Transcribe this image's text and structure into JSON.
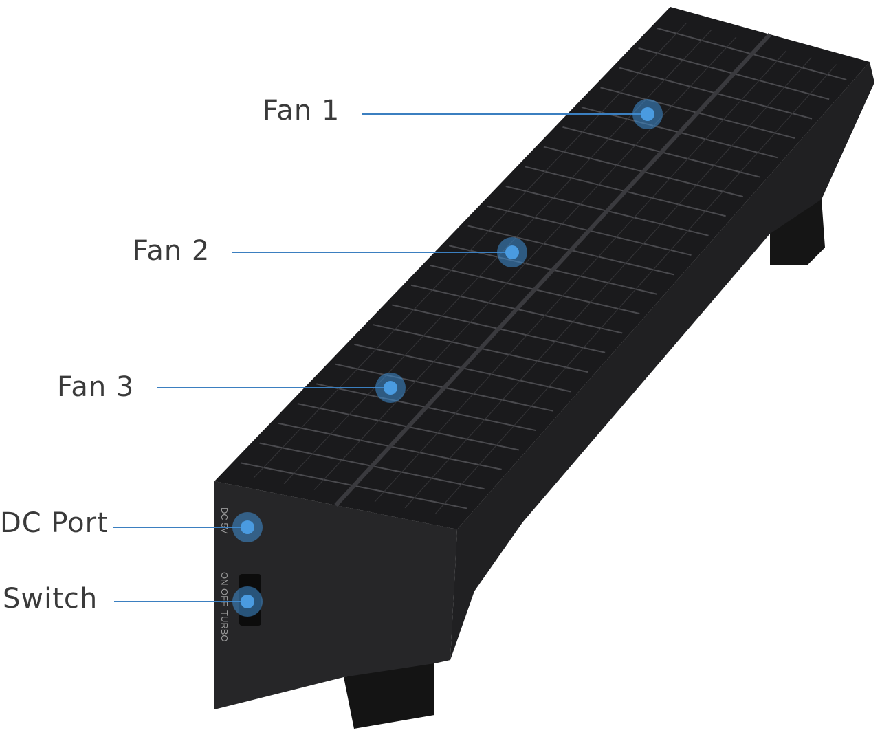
{
  "callouts": [
    {
      "id": "fan-1",
      "label": "Fan 1"
    },
    {
      "id": "fan-2",
      "label": "Fan 2"
    },
    {
      "id": "fan-3",
      "label": "Fan 3"
    },
    {
      "id": "dc-port",
      "label": "DC Port"
    },
    {
      "id": "switch",
      "label": "Switch"
    }
  ],
  "device_markings": {
    "dc": "DC 5V",
    "on": "ON",
    "off": "OFF",
    "turbo": "TURBO"
  },
  "colors": {
    "accent": "#3f8fd6",
    "line": "#3b7fc0",
    "body": "#1b1b1d",
    "label": "#3a3a3a"
  }
}
